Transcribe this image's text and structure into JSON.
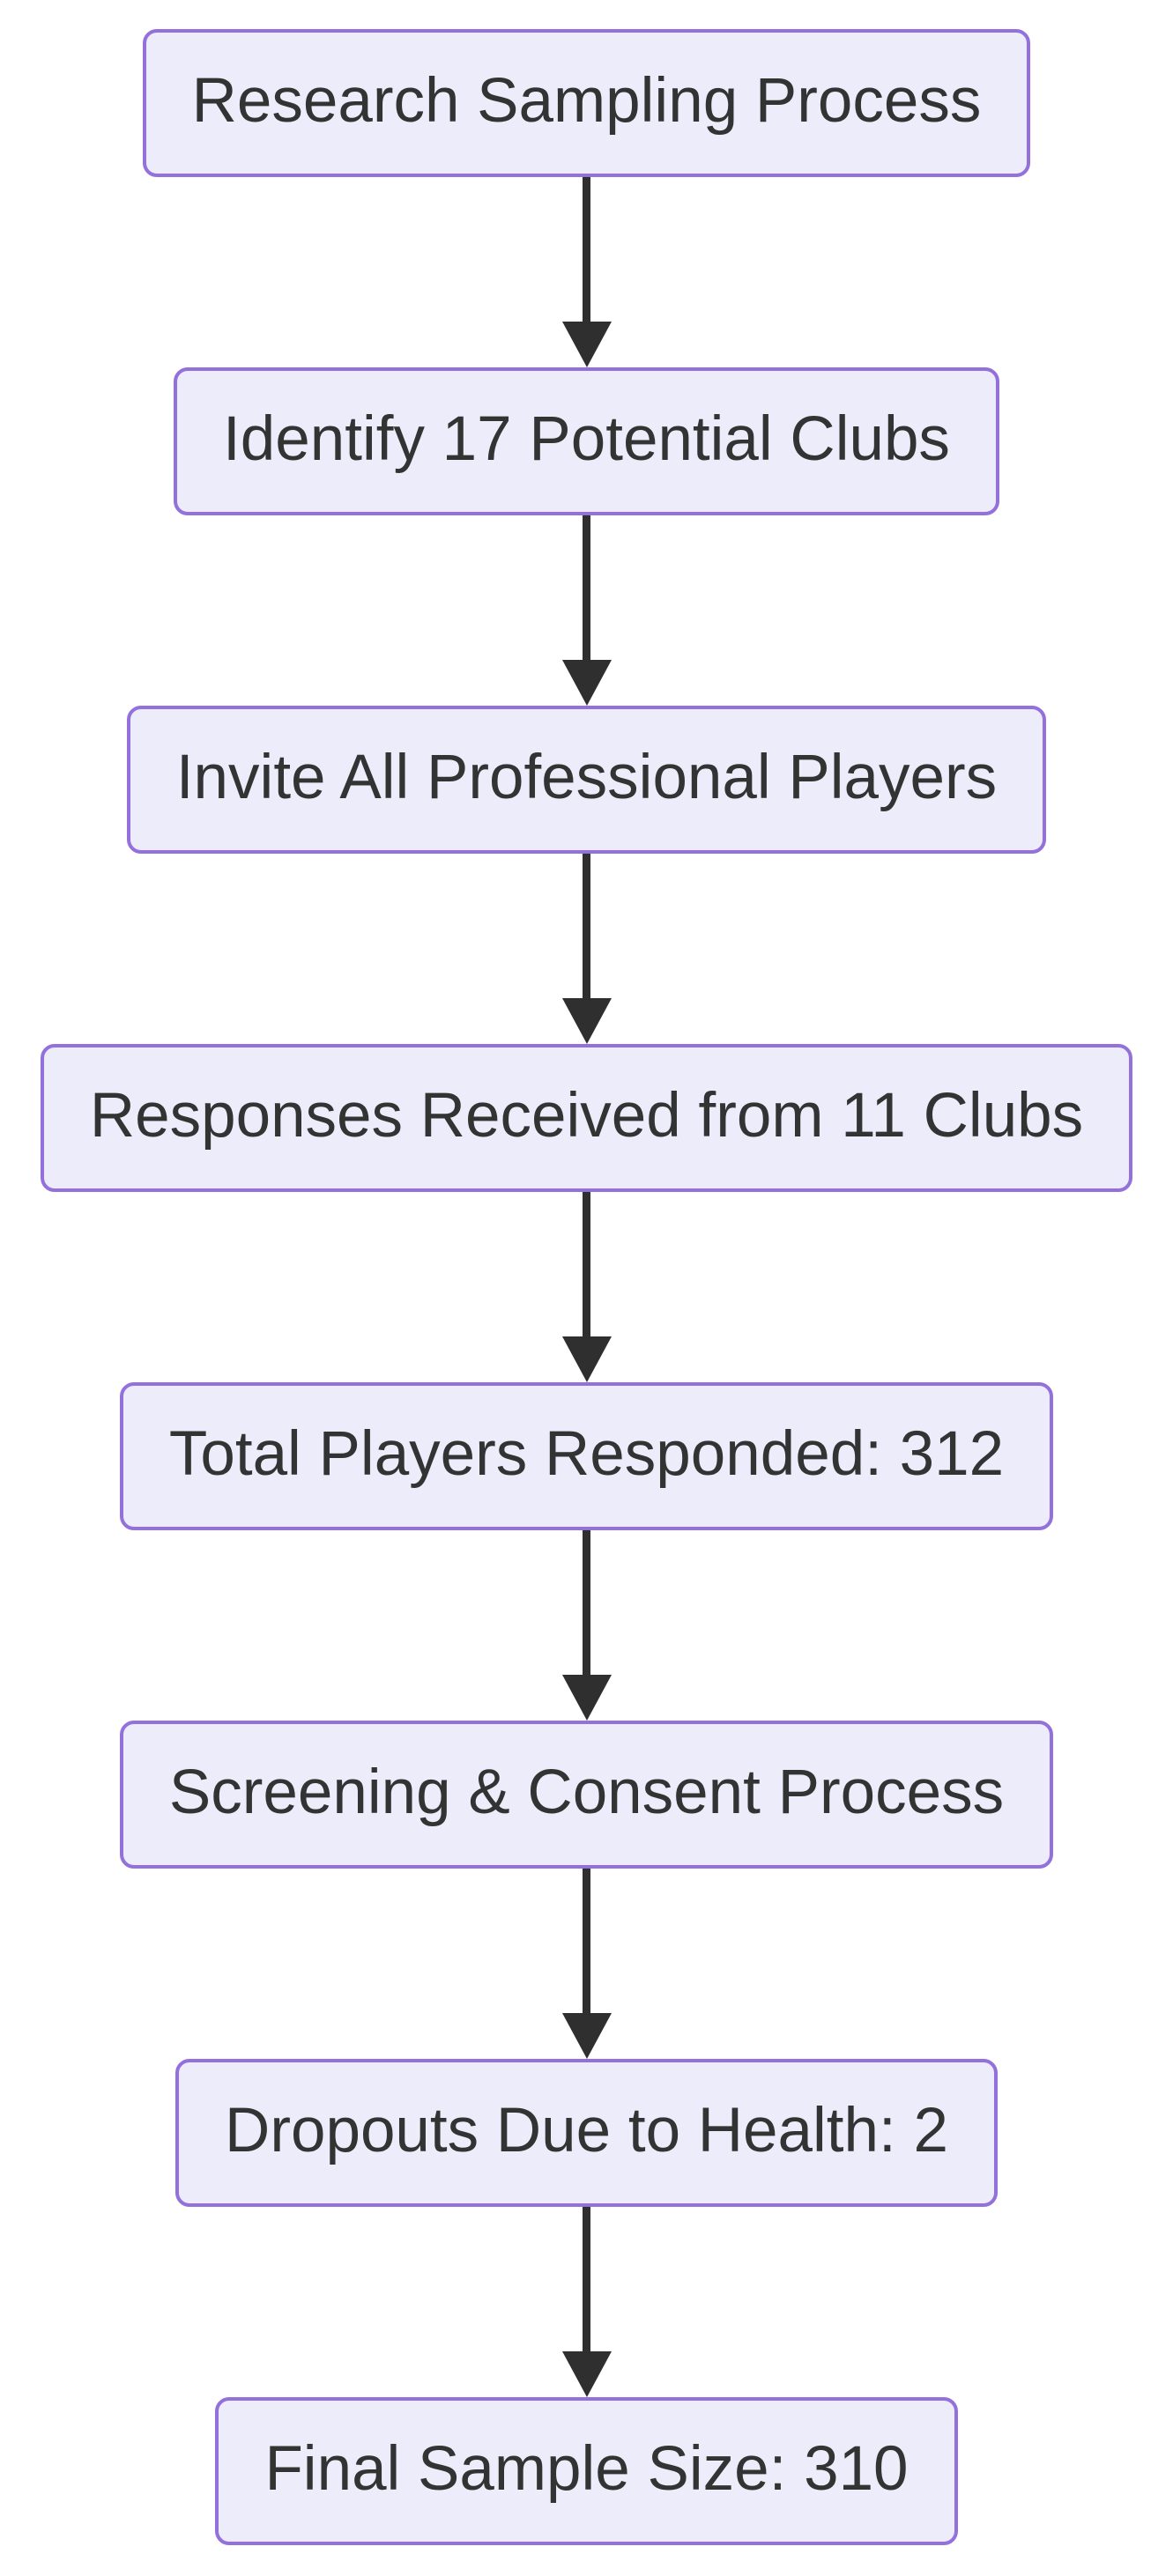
{
  "flowchart": {
    "title": "Research Sampling Process flowchart",
    "direction": "top-down",
    "colors": {
      "node_fill": "#ECECFB",
      "node_border": "#9370DB",
      "node_text": "#333333",
      "arrow": "#2F2F2F",
      "background": "#FFFFFF"
    },
    "nodes": [
      {
        "id": "step-1",
        "label": "Research Sampling Process"
      },
      {
        "id": "step-2",
        "label": "Identify 17 Potential Clubs"
      },
      {
        "id": "step-3",
        "label": "Invite All Professional Players"
      },
      {
        "id": "step-4",
        "label": "Responses Received from 11 Clubs"
      },
      {
        "id": "step-5",
        "label": "Total Players Responded: 312"
      },
      {
        "id": "step-6",
        "label": "Screening & Consent Process"
      },
      {
        "id": "step-7",
        "label": "Dropouts Due to Health: 2"
      },
      {
        "id": "step-8",
        "label": "Final Sample Size: 310"
      }
    ],
    "edges": [
      {
        "from": "step-1",
        "to": "step-2"
      },
      {
        "from": "step-2",
        "to": "step-3"
      },
      {
        "from": "step-3",
        "to": "step-4"
      },
      {
        "from": "step-4",
        "to": "step-5"
      },
      {
        "from": "step-5",
        "to": "step-6"
      },
      {
        "from": "step-6",
        "to": "step-7"
      },
      {
        "from": "step-7",
        "to": "step-8"
      }
    ]
  }
}
